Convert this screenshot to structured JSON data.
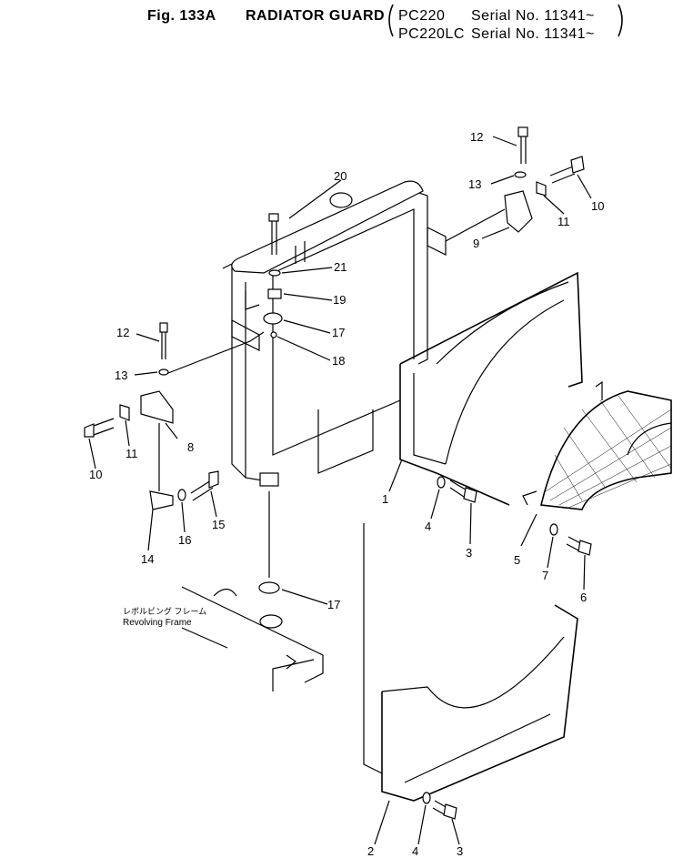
{
  "header": {
    "figure_label": "Fig. 133A",
    "title": "RADIATOR GUARD",
    "models": [
      {
        "model": "PC220",
        "serial": "Serial No. 11341~"
      },
      {
        "model": "PC220LC",
        "serial": "Serial No. 11341~"
      }
    ]
  },
  "note": {
    "jp": "レボルビング フレーム",
    "en": "Revolving Frame"
  },
  "callouts": [
    "1",
    "2",
    "3",
    "3",
    "4",
    "4",
    "5",
    "6",
    "7",
    "8",
    "9",
    "10",
    "10",
    "11",
    "11",
    "12",
    "12",
    "13",
    "13",
    "14",
    "15",
    "16",
    "17",
    "17",
    "18",
    "19",
    "20",
    "21"
  ]
}
